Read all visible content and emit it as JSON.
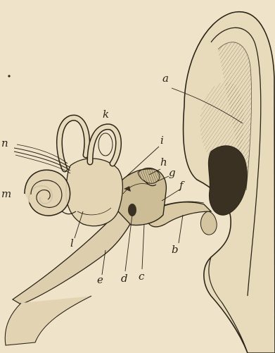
{
  "diagram": {
    "palette": {
      "paper": "#efe4c9",
      "ink": "#2a2418",
      "shade": "#c9b992",
      "deep": "#3a3122"
    },
    "labels": {
      "a": "a",
      "b": "b",
      "c": "c",
      "d": "d",
      "e": "e",
      "f": "f",
      "g": "g",
      "h": "h",
      "i": "i",
      "k": "k",
      "l": "l",
      "m": "m",
      "n": "n"
    }
  }
}
